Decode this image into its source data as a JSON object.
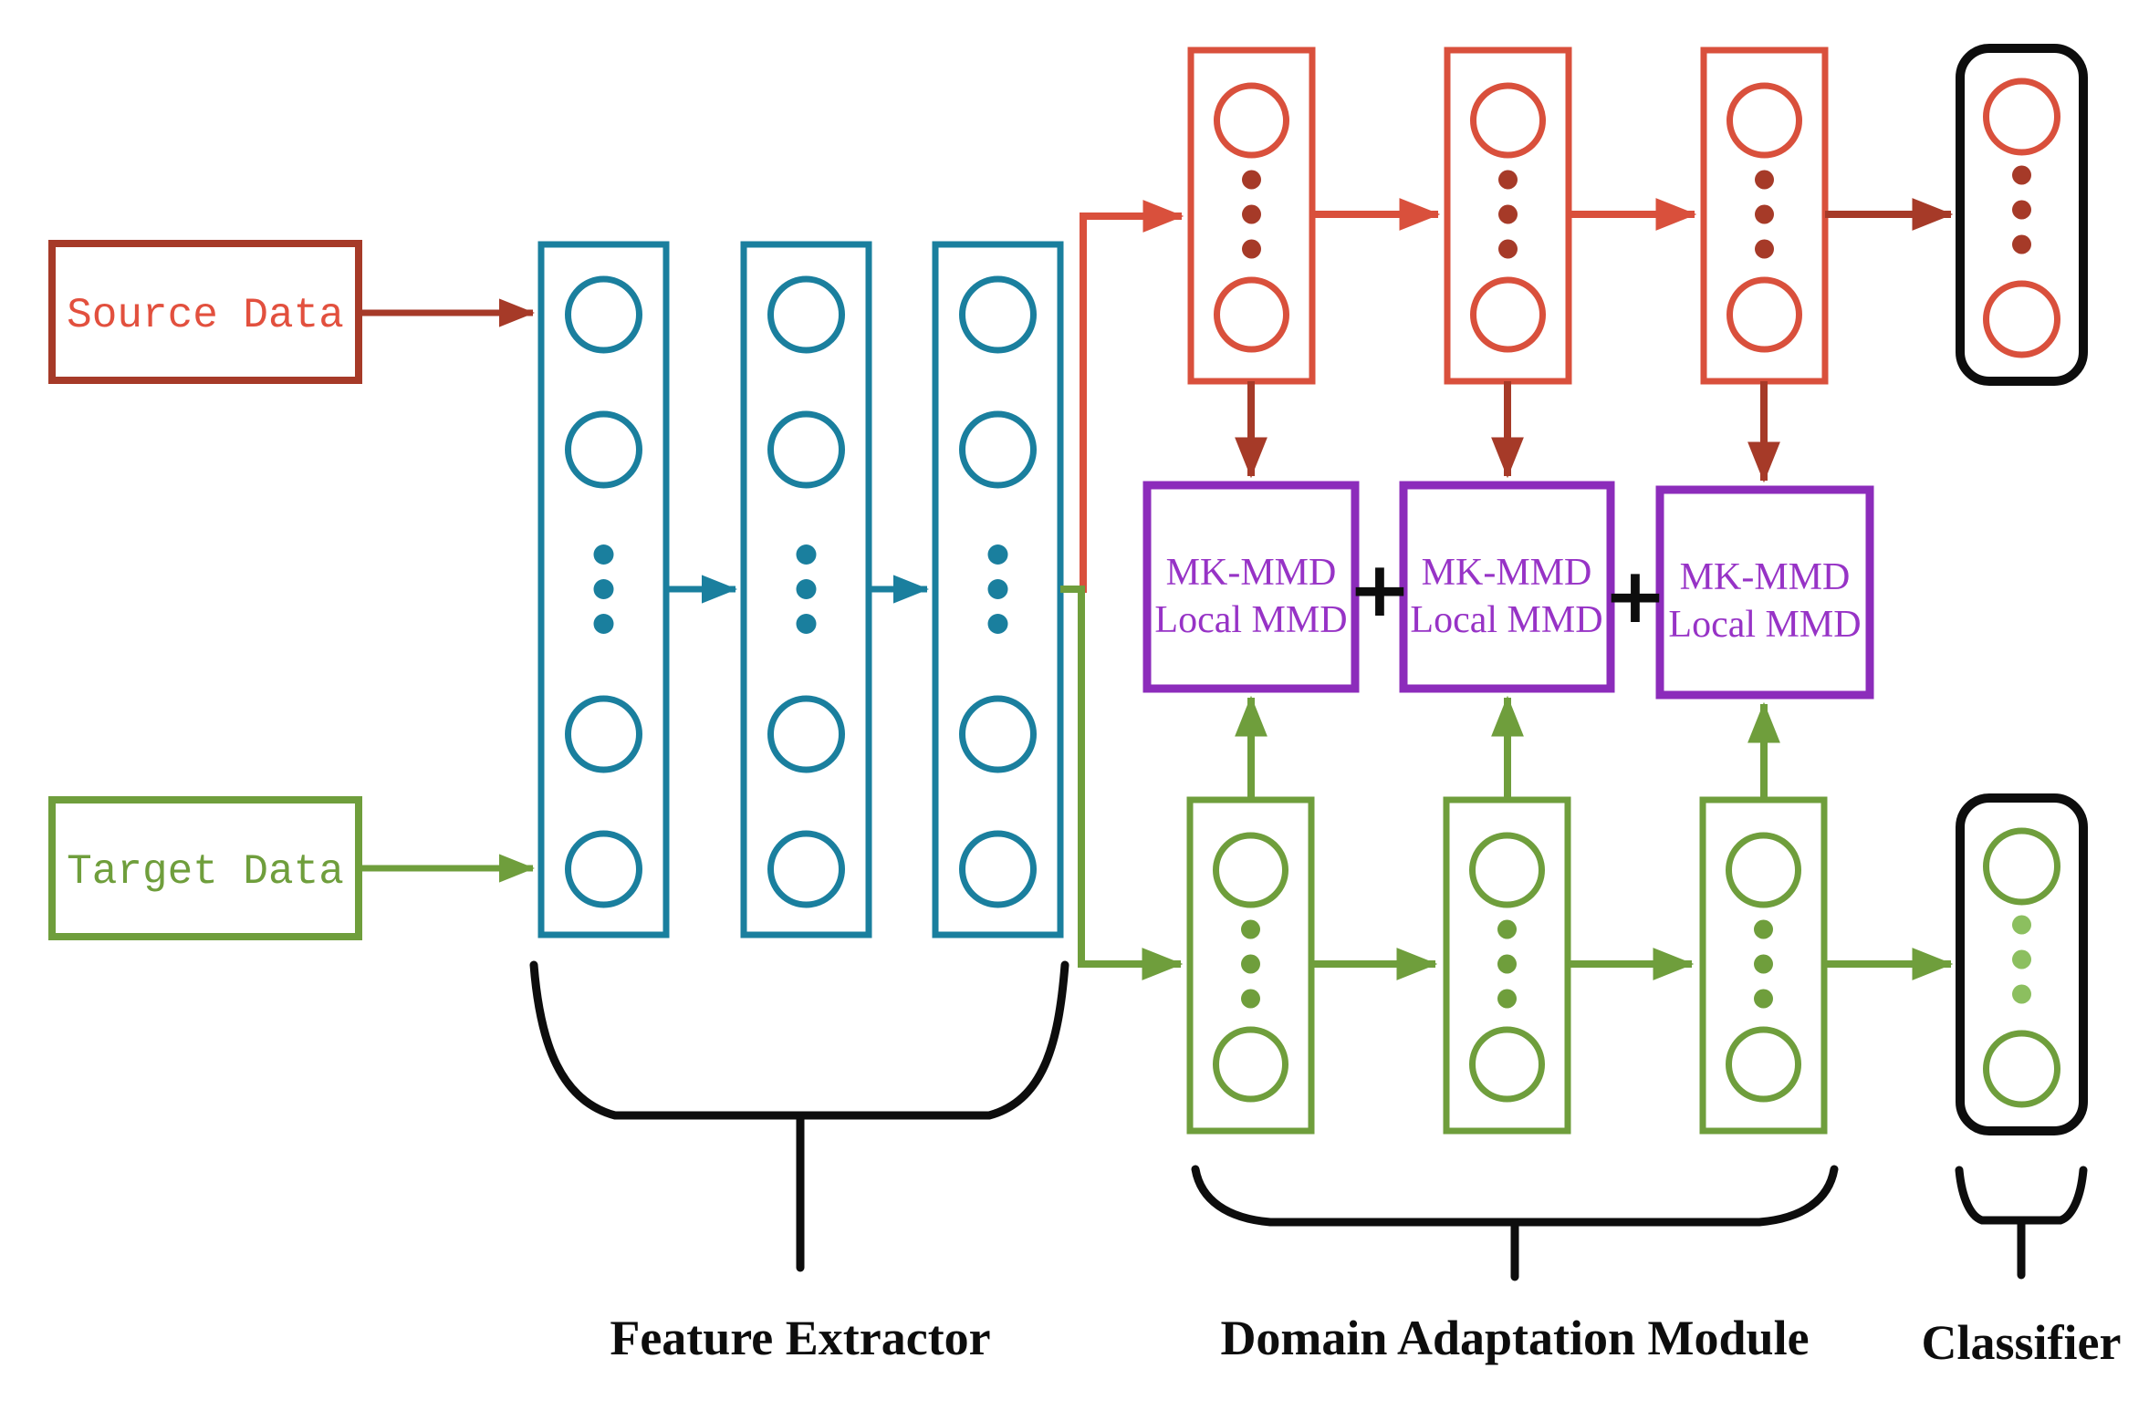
{
  "colors": {
    "teal": "#1a7f9e",
    "red": "#d9503c",
    "darkred": "#a63a28",
    "redtext": "#e2503e",
    "green": "#6f9e3c",
    "lightgreen": "#8cbf5f",
    "purple": "#8c2cbb",
    "purpletext": "#9733c6",
    "black": "#0d0d0d"
  },
  "source_box": {
    "label": "Source Data"
  },
  "target_box": {
    "label": "Target Data"
  },
  "mmd_box": {
    "line1": "MK-MMD",
    "line2": "Local MMD"
  },
  "operators": {
    "plus": "+"
  },
  "section_labels": {
    "feature_extractor": "Feature Extractor",
    "domain_adaptation": "Domain Adaptation Module",
    "classifier": "Classifier"
  }
}
